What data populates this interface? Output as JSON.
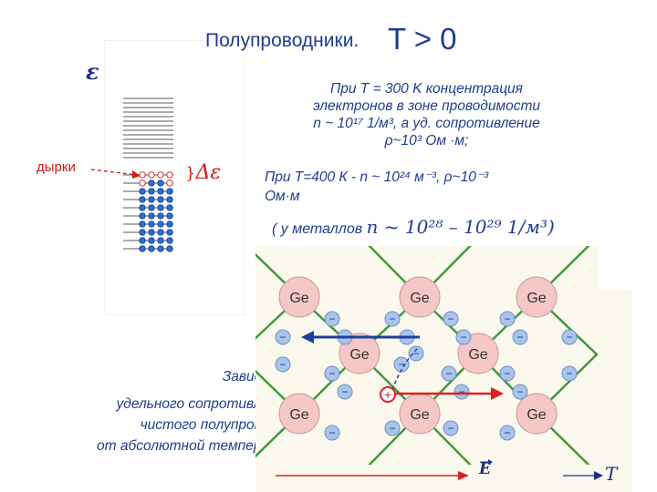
{
  "header": {
    "title": "Полупроводники.",
    "condition": "T > 0"
  },
  "band_diagram": {
    "energy_label": "ε",
    "holes_label": "дырки",
    "gap_label": "Δε"
  },
  "info": {
    "line1": "При  T = 300 K концентрация",
    "line2": "электронов в зоне проводимости",
    "line3": "n ~ 10¹⁷ 1/м³, а уд. сопротивление",
    "line4": "ρ~10³ Ом ·м;",
    "line5": "При T=400 К  - n ~ 10²⁴ м⁻³, ρ~10⁻³",
    "line6": "Ом·м",
    "metals_prefix": "( у металлов",
    "metals_formula": "n ~ 10²⁸ – 10²⁹ 1/м³)"
  },
  "side_text": {
    "line1": "Зависи",
    "line2": "удельного сопротивле",
    "line3": "чистого полупрово",
    "line4": "от абсолютной темпера"
  },
  "lattice": {
    "atom_label": "Ge",
    "electron_sign": "−",
    "hole_sign": "+",
    "field_label": "E",
    "temperature_label": "T"
  },
  "colors": {
    "text_blue": "#1e3d8f",
    "red": "#d01818",
    "atom_fill": "#f6c7c7",
    "electron_fill": "#a9c4ea",
    "lattice_bg": "#fbf8ee",
    "bond_green": "#3f9a3c"
  }
}
